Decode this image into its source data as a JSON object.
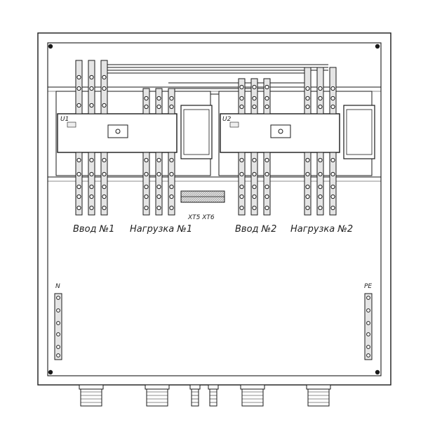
{
  "labels": {
    "u1": "U1",
    "u2": "U2",
    "input1": "Ввод №1",
    "load1": "Нагрузка №1",
    "input2": "Ввод №2",
    "load2": "Нагрузка №2",
    "terminals": "XT5 XT6",
    "n_bus": "N",
    "pe_bus": "PE"
  },
  "colors": {
    "stroke": "#1a1a1a",
    "fill": "#ffffff",
    "bar_fill": "#d9d9d9",
    "busbar_fill": "#cfcfcf"
  },
  "icons": {
    "enclosure": "cabinet-outline",
    "switch": "transfer-switch",
    "gland": "cable-gland"
  }
}
